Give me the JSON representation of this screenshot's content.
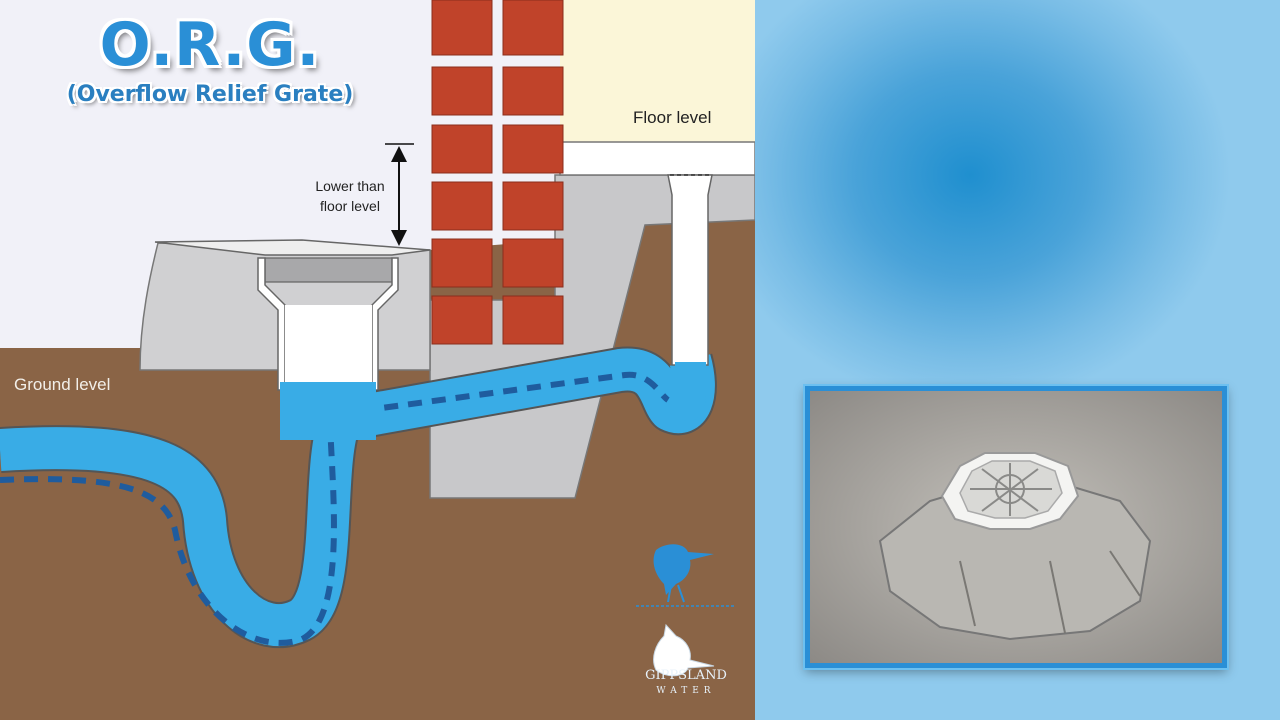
{
  "header": {
    "title": "O.R.G.",
    "subtitle": "(Overflow Relief Grate)"
  },
  "labels": {
    "floor_level": "Floor level",
    "ground_level": "Ground level",
    "lower_line1": "Lower than",
    "lower_line2": "floor level"
  },
  "logo": {
    "name": "GIPPSLAND",
    "sub": "WATER"
  },
  "colors": {
    "water": "#39ace6",
    "soil": "#8a6446",
    "concrete": "#c8c8ca",
    "brick": "#c0432a",
    "floor": "#fbf6d8",
    "accent": "#2a8fd6"
  }
}
